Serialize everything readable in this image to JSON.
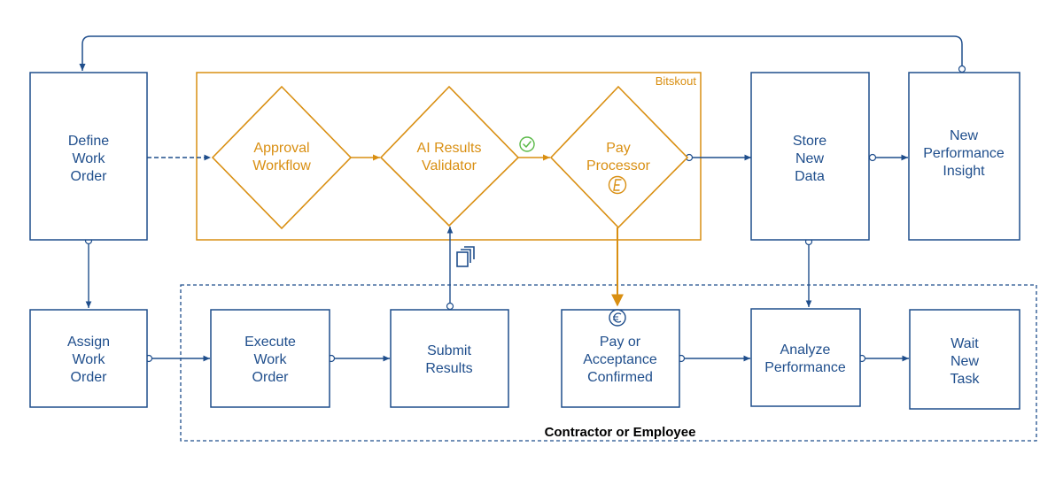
{
  "nodes": {
    "define": [
      "Define",
      "Work",
      "Order"
    ],
    "assign": [
      "Assign",
      "Work",
      "Order"
    ],
    "execute": [
      "Execute",
      "Work",
      "Order"
    ],
    "submit": [
      "Submit",
      "Results"
    ],
    "pay_confirmed": [
      "Pay or",
      "Acceptance",
      "Confirmed"
    ],
    "analyze": [
      "Analyze",
      "Performance"
    ],
    "wait": [
      "Wait",
      "New",
      "Task"
    ],
    "store": [
      "Store",
      "New",
      "Data"
    ],
    "insight": [
      "New",
      "Performance",
      "Insight"
    ],
    "approval": [
      "Approval",
      "Workflow"
    ],
    "validator": [
      "AI Results",
      "Validator"
    ],
    "processor": [
      "Pay",
      "Processor"
    ]
  },
  "groups": {
    "bitskout": "Bitskout",
    "contractor": "Contractor or Employee"
  },
  "icons": {
    "check": "check-circle-icon",
    "token": "token-coin-icon",
    "euro": "euro-coin-icon",
    "documents": "documents-stack-icon"
  },
  "colors": {
    "blue": "#1f4e8c",
    "gold": "#d98f12",
    "green": "#5ab947"
  }
}
